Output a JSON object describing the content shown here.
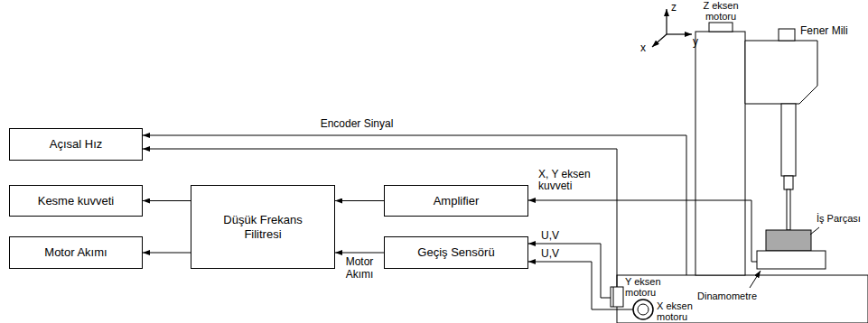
{
  "diagram": {
    "nodes": [
      {
        "text": [
          "Açısal Hız"
        ]
      },
      {
        "text": [
          "Kesme kuvveti"
        ]
      },
      {
        "text": [
          "Motor Akımı"
        ]
      },
      {
        "text": [
          "Düşük Frekans Filitresi"
        ]
      },
      {
        "text": [
          "Amplifier"
        ]
      },
      {
        "text": [
          "Geçiş Sensörü"
        ]
      }
    ],
    "edges": [
      {
        "from": 3,
        "to": 1,
        "arrow": "to"
      },
      {
        "from": 3,
        "to": 2,
        "arrow": "to"
      },
      {
        "from": 4,
        "to": 3,
        "arrow": "to"
      },
      {
        "from": 5,
        "to": 3,
        "arrow": "to",
        "label": "Motor Akımı"
      }
    ],
    "labels": [
      "Z eksen motoru",
      "z",
      "y",
      "x",
      "Fener Mili",
      "Encoder Sinyal",
      "X, Y eksen kuvveti",
      "İş Parçası",
      "U,V",
      "U,V",
      "Y eksen motoru",
      "X eksen motoru",
      "Dinamometre"
    ]
  }
}
